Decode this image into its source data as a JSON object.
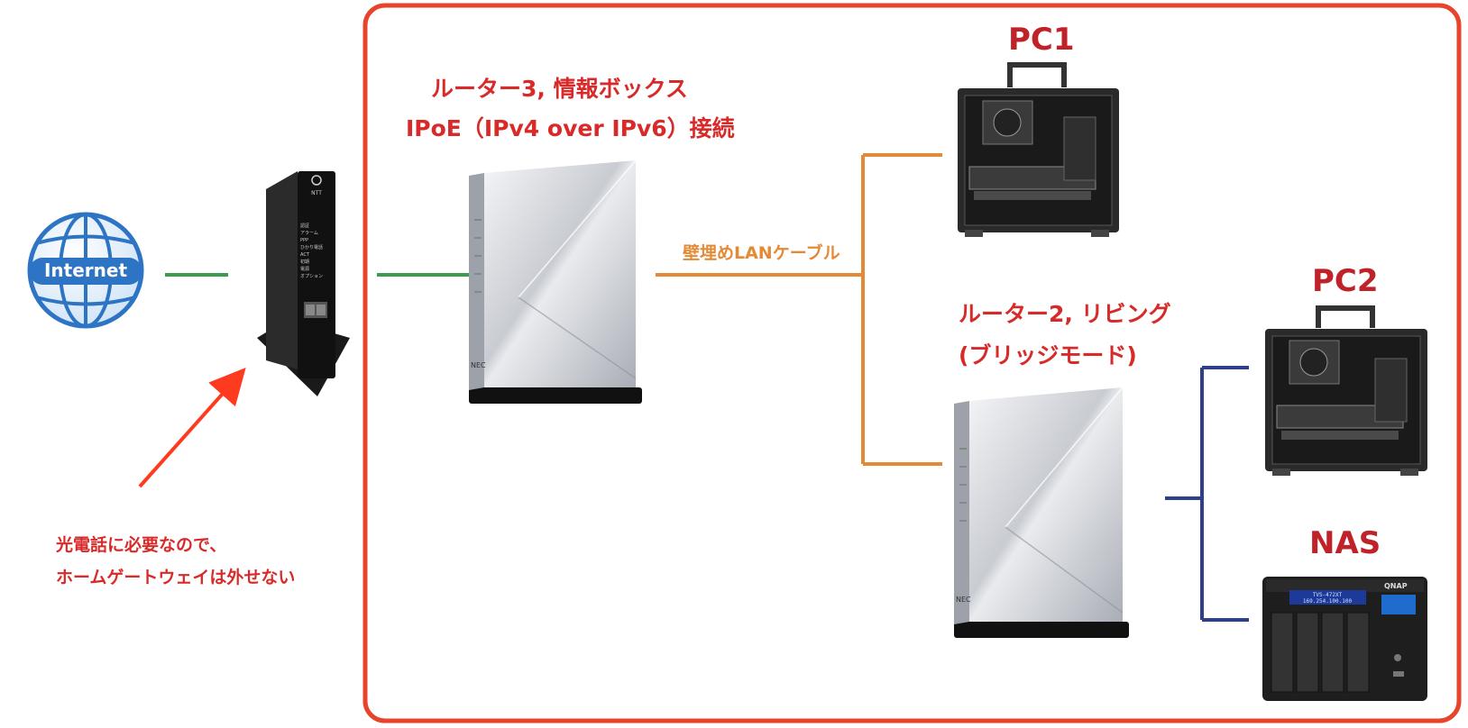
{
  "internet": {
    "label": "Internet"
  },
  "router3": {
    "line1": "ルーター3, 情報ボックス",
    "line2": "IPoE（IPv4 over IPv6）接続",
    "brand": "NEC"
  },
  "router2": {
    "line1": "ルーター2, リビング",
    "line2": "(ブリッジモード)",
    "brand": "NEC"
  },
  "cable": {
    "label": "壁埋めLANケーブル"
  },
  "pc1": {
    "label": "PC1"
  },
  "pc2": {
    "label": "PC2"
  },
  "nas": {
    "label": "NAS",
    "lcd1": "TVS-472XT",
    "lcd2": "169.254.100.100",
    "brand": "QNAP"
  },
  "gateway": {
    "note_line1": "光電話に必要なので、",
    "note_line2": "ホームゲートウェイは外せない",
    "brand": "NTT",
    "leds": [
      "認証",
      "アラーム",
      "PPP",
      "ひかり電話",
      "ACT",
      "初期",
      "電源",
      "オプション"
    ]
  },
  "colors": {
    "frame": "#e8432b",
    "line_green": "#3b9c4f",
    "line_orange": "#e38a36",
    "line_navy": "#2f3f8a",
    "arrow": "#ff3b1f",
    "label_red": "#d92a2a"
  }
}
